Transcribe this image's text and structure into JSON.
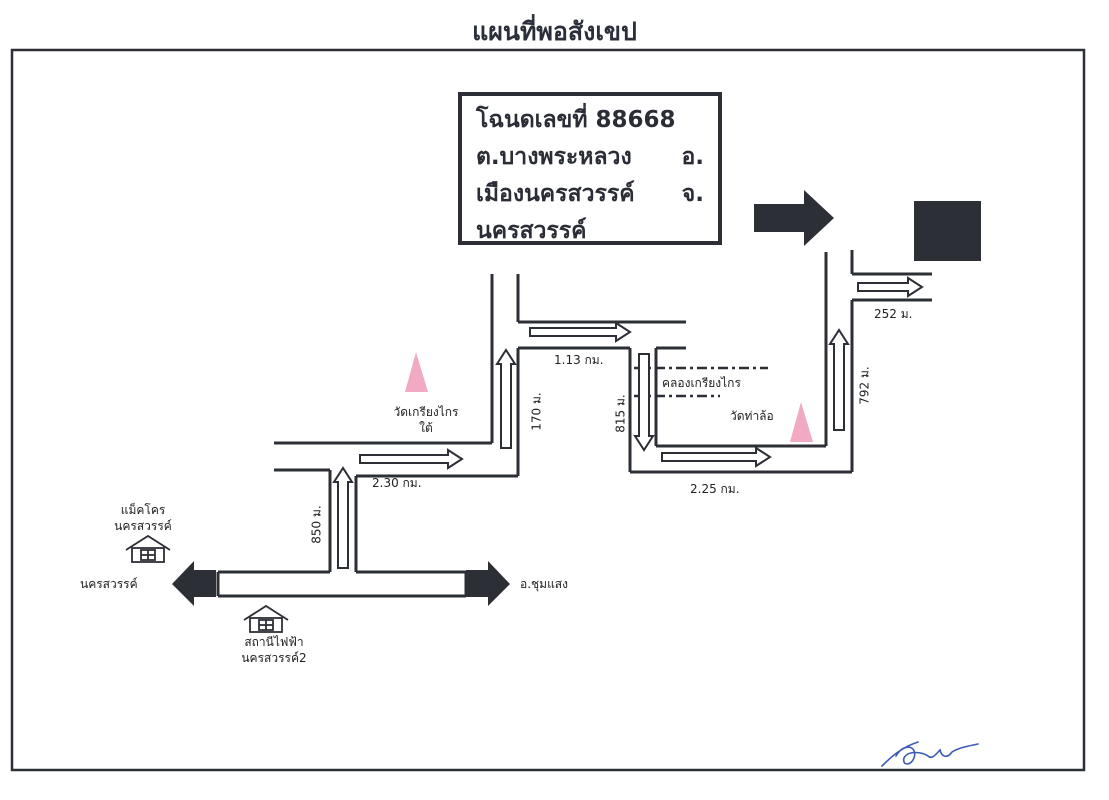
{
  "title": "แผนที่พอสังเขป",
  "deed": {
    "line1": "โฉนดเลขที่ 88668",
    "line2_left": "ต.บางพระหลวง",
    "line2_right": "อ.",
    "line3_left": "เมืองนครสวรรค์",
    "line3_right": "จ.",
    "line4": "นครสวรรค์"
  },
  "places": {
    "makro_line1": "แม็คโคร",
    "makro_line2": "นครสวรรค์",
    "egat_line1": "สถานีไฟฟ้า",
    "egat_line2": "นครสวรรค์2",
    "wat_kriang_line1": "วัดเกรียงไกร",
    "wat_kriang_line2": "ใต้",
    "wat_tha_lo": "วัดท่าล้อ",
    "canal": "คลองเกรียงไกร",
    "west_dest": "นครสวรรค์",
    "east_dest": "อ.ชุมแสง"
  },
  "distances": {
    "d850": "850 ม.",
    "d230": "2.30 กม.",
    "d170": "170 ม.",
    "d113": "1.13 กม.",
    "d815": "815 ม.",
    "d225": "2.25 กม.",
    "d792": "792 ม.",
    "d252": "252 ม."
  },
  "colors": {
    "line": "#2d2f36",
    "temple": "#f1a9c4",
    "signature": "#3b5bb5"
  }
}
